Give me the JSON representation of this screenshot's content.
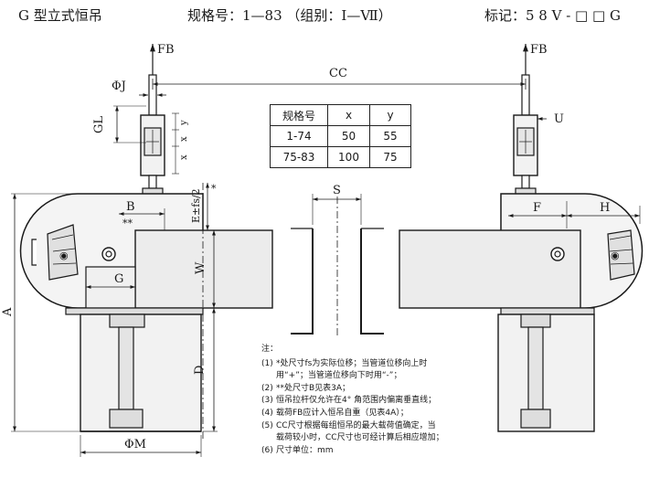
{
  "header": {
    "title": "G 型立式恒吊",
    "spec": "规格号：1—83 （组别：Ⅰ—Ⅶ）",
    "mark": "标记：5 8 V - □ □ G"
  },
  "dimensions": {
    "FB_left": "FB",
    "FB_right": "FB",
    "CC": "CC",
    "phiJ": "ΦJ",
    "GL": "GL",
    "x": "x",
    "y": "y",
    "B": "B",
    "stars": "**",
    "E_fs": "E±fs/2",
    "star": "*",
    "S": "S",
    "U": "U",
    "F": "F",
    "H": "H",
    "W": "W",
    "G": "G",
    "A": "A",
    "D": "D",
    "phiM": "ΦM"
  },
  "spec_table": {
    "headers": [
      "规格号",
      "x",
      "y"
    ],
    "rows": [
      [
        "1-74",
        "50",
        "55"
      ],
      [
        "75-83",
        "100",
        "75"
      ]
    ]
  },
  "notes": {
    "title": "注：",
    "items": [
      {
        "num": "(1)",
        "text": "*处尺寸fs为实际位移；当管道位移向上时",
        "cont": "用“+”；当管道位移向下时用“-”；"
      },
      {
        "num": "(2)",
        "text": "**处尺寸B见表3A；",
        "cont": ""
      },
      {
        "num": "(3)",
        "text": "恒吊拉杆仅允许在4° 角范围内偏离垂直线；",
        "cont": ""
      },
      {
        "num": "(4)",
        "text": "载荷FB应计入恒吊自重（见表4A）；",
        "cont": ""
      },
      {
        "num": "(5)",
        "text": "CC尺寸根据每组恒吊的最大载荷值确定，当",
        "cont": "载荷较小时，CC尺寸也可经计算后相应增加；"
      },
      {
        "num": "(6)",
        "text": "尺寸单位：mm",
        "cont": ""
      }
    ]
  }
}
